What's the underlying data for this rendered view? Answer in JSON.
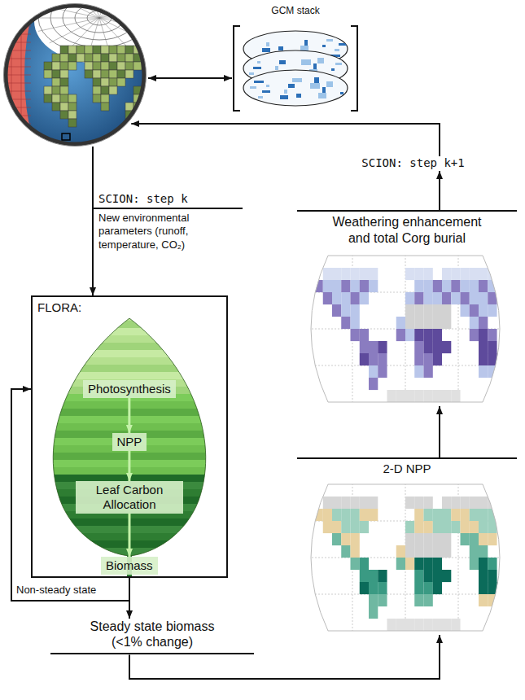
{
  "diagram": {
    "nodes": [
      {
        "text": []
      },
      {
        "text": [
          "GCM stack"
        ]
      },
      {
        "text": [
          "SCION: step k",
          "New environmental parameters (runoff, temperature, CO₂)"
        ]
      },
      {
        "text": [
          "FLORA:"
        ]
      },
      {
        "text": [
          "Photosynthesis"
        ],
        "in": 3
      },
      {
        "text": [
          "NPP"
        ],
        "in": 3
      },
      {
        "text": [
          "Leaf Carbon Allocation"
        ],
        "in": 3
      },
      {
        "text": [
          "Biomass"
        ],
        "in": 3
      },
      {
        "text": [
          "Steady state biomass (<1% change)"
        ]
      },
      {
        "text": [
          "2-D NPP"
        ]
      },
      {
        "text": [
          "Weathering enhancement and total Corg burial"
        ]
      },
      {
        "text": [
          "SCION: step k+1"
        ]
      }
    ],
    "edges": [
      {
        "from": 0,
        "to": 1,
        "arrow": "both"
      },
      {
        "from": 0,
        "to": 2,
        "arrow": "none"
      },
      {
        "from": 2,
        "to": 3,
        "arrow": "to"
      },
      {
        "from": 4,
        "to": 5,
        "arrow": "to"
      },
      {
        "from": 5,
        "to": 6,
        "arrow": "to"
      },
      {
        "from": 6,
        "to": 7,
        "arrow": "to"
      },
      {
        "from": 3,
        "to": 8,
        "arrow": "to"
      },
      {
        "from": 3,
        "to": 3,
        "label": "Non-steady state",
        "arrow": "to"
      },
      {
        "from": 8,
        "to": 9,
        "arrow": "to"
      },
      {
        "from": 9,
        "to": 10,
        "arrow": "to"
      },
      {
        "from": 10,
        "to": 11,
        "arrow": "to"
      },
      {
        "from": 11,
        "to": 0,
        "arrow": "to"
      }
    ]
  }
}
